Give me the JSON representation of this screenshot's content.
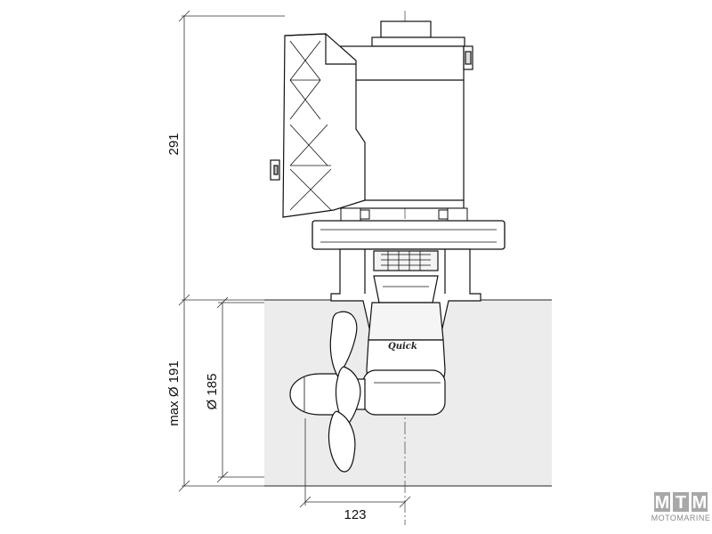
{
  "dimensions": {
    "height_total": "291",
    "max_diameter": "max Ø 191",
    "tunnel_diameter": "Ø 185",
    "offset": "123"
  },
  "brand_label": "Quick",
  "watermark": {
    "letters": [
      "M",
      "T",
      "M"
    ],
    "subtitle": "MOTOMARINE"
  },
  "colors": {
    "tunnel": "#ececec",
    "line": "#111111",
    "watermark_box": "#a8a8a8"
  }
}
